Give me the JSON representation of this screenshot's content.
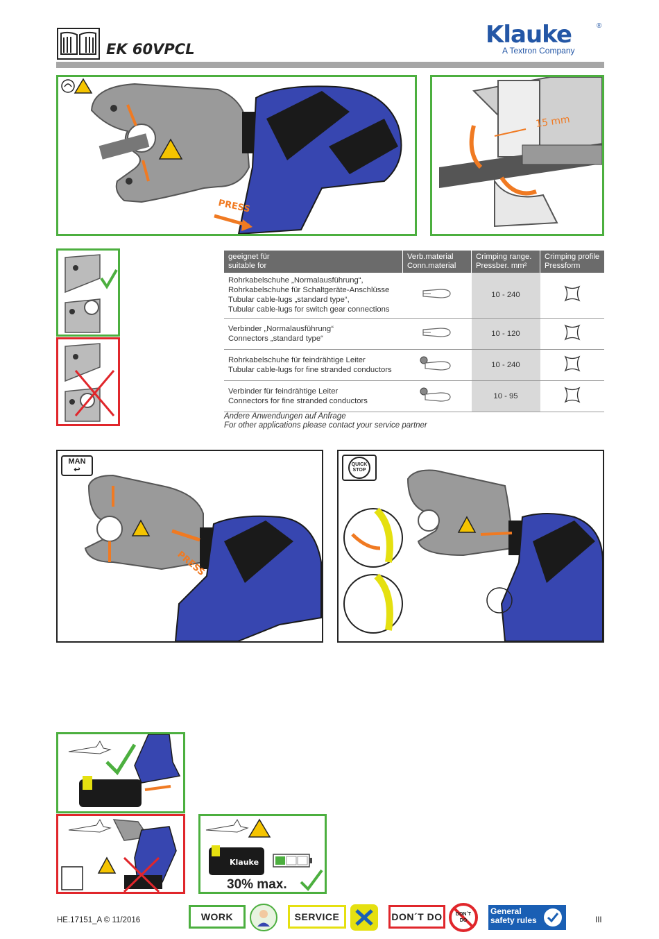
{
  "header": {
    "title": "EK 60VPCL",
    "brand": "Klauke",
    "brand_registered": "®",
    "tagline": "A Textron Company"
  },
  "figure1": {
    "press_label": "PRESS"
  },
  "figure2": {
    "measure_label": "15 mm"
  },
  "table": {
    "headers": [
      [
        "geeignet für",
        "suitable for"
      ],
      [
        "Verb.material",
        "Conn.material"
      ],
      [
        "Crimping range.",
        "Pressber. mm²"
      ],
      [
        "Crimping profile",
        "Pressform"
      ]
    ],
    "rows": [
      {
        "lines": [
          "Rohrkabelschuhe „Normalausführung“,",
          "Rohrkabelschuhe für Schaltgeräte-Anschlüsse",
          "Tubular cable-lugs „standard type“,",
          "Tubular cable-lugs for switch gear connections"
        ],
        "range": "10 - 240"
      },
      {
        "lines": [
          "Verbinder „Normalausführung“",
          "Connectors „standard type“"
        ],
        "range": "10 - 120"
      },
      {
        "lines": [
          "Rohrkabelschuhe für feindrähtige Leiter",
          "Tubular cable-lugs for fine stranded conductors"
        ],
        "range": "10 - 240"
      },
      {
        "lines": [
          "Verbinder für feindrähtige Leiter",
          "Connectors for fine stranded conductors"
        ],
        "range": "10 - 95"
      }
    ],
    "note_de": "Andere Anwendungen auf Anfrage",
    "note_en": "For other applications please contact your service partner"
  },
  "man_panel": {
    "badge": "MAN",
    "press_label": "PRESS"
  },
  "quickstop_panel": {
    "badge_line1": "QUICK",
    "badge_line2": "STOP"
  },
  "battery_panel": {
    "percent_label": "30% max.",
    "battery_brand": "Klauke"
  },
  "footer": {
    "doc_id": "HE.17151_A © 11/2016",
    "page_number": "III",
    "buttons": {
      "work": "WORK",
      "service": "SERVICE",
      "dont_do": "DON´T DO",
      "dont_do_icon": "DON´T DO",
      "general_line1": "General",
      "general_line2": "safety rules"
    }
  },
  "colors": {
    "green": "#4caf3f",
    "red": "#e0262b",
    "orange": "#f07a22",
    "tool_blue": "#3746b0",
    "brand_blue": "#2457a6"
  }
}
